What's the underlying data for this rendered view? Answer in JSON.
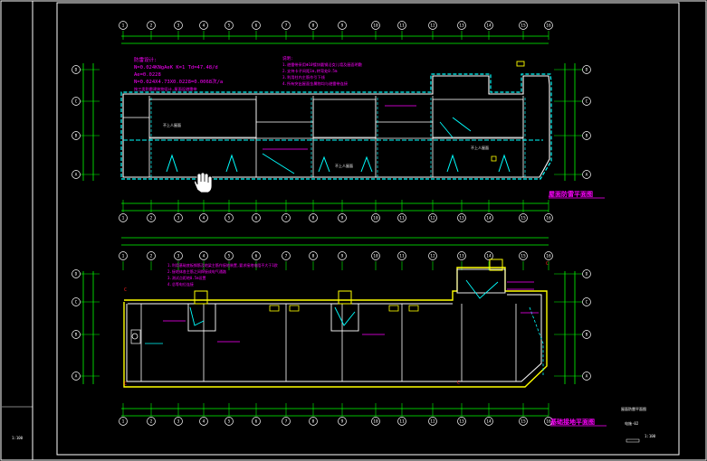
{
  "colors": {
    "background": "#000000",
    "frame": "#ffffff",
    "grid": "#00ff00",
    "axis_bubble": "#ffffff",
    "walls": "#ffffff",
    "lightning": "#00ffff",
    "notes": "#ff00ff",
    "yellow": "#ffff00",
    "red_mark": "#ff2020"
  },
  "upper_plan": {
    "title": "屋面防雷平面图",
    "axis_numbers": [
      "1",
      "2",
      "3",
      "4",
      "5",
      "6",
      "7",
      "8",
      "9",
      "10",
      "11",
      "12",
      "13",
      "14",
      "15",
      "16"
    ],
    "row_letters": [
      "D",
      "C",
      "B",
      "A"
    ],
    "room_labels": [
      "不上人屋面",
      "不上人屋面",
      "不上人屋面"
    ],
    "notes_header": "防雷设计:",
    "notes_lines": [
      "N=0.024KNgAeK K=1  Td=47.48/d",
      "Ae=0.0228",
      "N=0.024X4.73X0.0228=0.0068次/a",
      "按三类防雷建筑物设计,屋面设避雷带"
    ],
    "right_notes_header": "说明:",
    "right_notes_lines": [
      "1.避雷带采用Φ10镀锌圆钢沿女儿墙及屋面明敷",
      "2.支持卡子间距1m,转弯处0.5m",
      "3.利用柱内主筋作引下线",
      "4.所有突出屋面金属物均与避雷带连接"
    ]
  },
  "lower_plan": {
    "title": "基础接地平面图",
    "axis_numbers": [
      "1",
      "2",
      "3",
      "4",
      "5",
      "6",
      "7",
      "8",
      "9",
      "10",
      "11",
      "12",
      "13",
      "14",
      "15",
      "16"
    ],
    "row_letters": [
      "D",
      "C",
      "B",
      "A"
    ],
    "notes_lines": [
      "1.利用基础底板钢筋及地梁主筋作接地装置,要求接地电阻不大于1欧",
      "2.接地体各主筋之间焊接成电气通路",
      "3.测试点距地0.5m设置",
      "4.总等电位连接"
    ]
  },
  "title_block": {
    "drawing_name": "屋面防雷平面图",
    "drawing_no": "电施-02",
    "scale": "1:100",
    "left_scale": "1:100"
  }
}
